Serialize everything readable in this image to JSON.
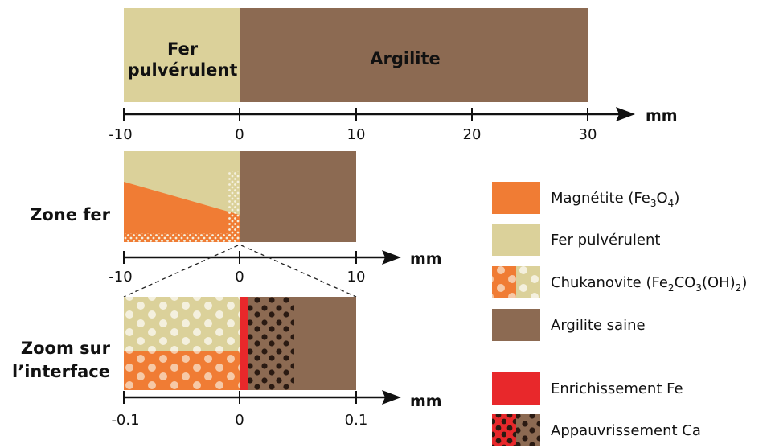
{
  "colors": {
    "fer": "#dbd19a",
    "argilite": "#8c6a52",
    "magnetite": "#f07c34",
    "enrichissement": "#e8282b",
    "dots_light": "#f4f0de",
    "dots_dark": "#2a1a12",
    "axis": "#111111"
  },
  "top_panel": {
    "fer_label_line1": "Fer",
    "fer_label_line2": "pulvérulent",
    "argilite_label": "Argilite",
    "axis": {
      "unit": "mm",
      "ticks": [
        "-10",
        "0",
        "10",
        "20",
        "30"
      ]
    }
  },
  "middle_panel": {
    "title": "Zone fer",
    "axis": {
      "unit": "mm",
      "ticks": [
        "-10",
        "0",
        "10"
      ]
    }
  },
  "bottom_panel": {
    "title_line1": "Zoom sur",
    "title_line2": "l’interface",
    "axis": {
      "unit": "mm",
      "ticks": [
        "-0.1",
        "0",
        "0.1"
      ]
    }
  },
  "legend": {
    "magnetite": {
      "text": "Magnétite (Fe",
      "sub1": "3",
      "mid": "O",
      "sub2": "4",
      "end": ")"
    },
    "fer": {
      "text": "Fer pulvérulent"
    },
    "chukanovite": {
      "text": "Chukanovite (Fe",
      "sub1": "2",
      "mid1": "CO",
      "sub2": "3",
      "mid2": "(OH)",
      "sub3": "2",
      "end": ")"
    },
    "argilite": {
      "text": "Argilite saine"
    },
    "enrichissement": {
      "text": "Enrichissement Fe"
    },
    "appauvrissement": {
      "text": "Appauvrissement Ca"
    }
  }
}
